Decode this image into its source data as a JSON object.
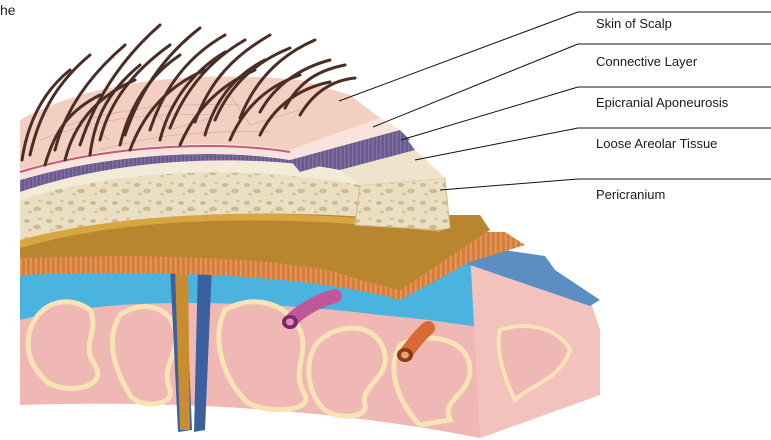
{
  "figure": {
    "corner_text": "he",
    "labels": [
      "Skin of Scalp",
      "Connective Layer",
      "Epicranial Aponeurosis",
      "Loose Areolar Tissue",
      "Pericranium"
    ]
  },
  "colors": {
    "skin": "#f3cfc1",
    "hair": "#4a2e25",
    "connective": "#6b5a8c",
    "aponeurosis": "#f4ead8",
    "areolar_bone": "#e8dcc0",
    "bone_pattern": "#cdbb92",
    "dura": "#b8862f",
    "arachnoid": "#d67f3c",
    "pia": "#5b8fc3",
    "csf": "#4ab4df",
    "brain_pink": "#f0b8b5",
    "brain_cream": "#f7e3b5",
    "vessel_pink": "#c0579b",
    "vessel_orange": "#d76a35",
    "lines": "#111111"
  }
}
